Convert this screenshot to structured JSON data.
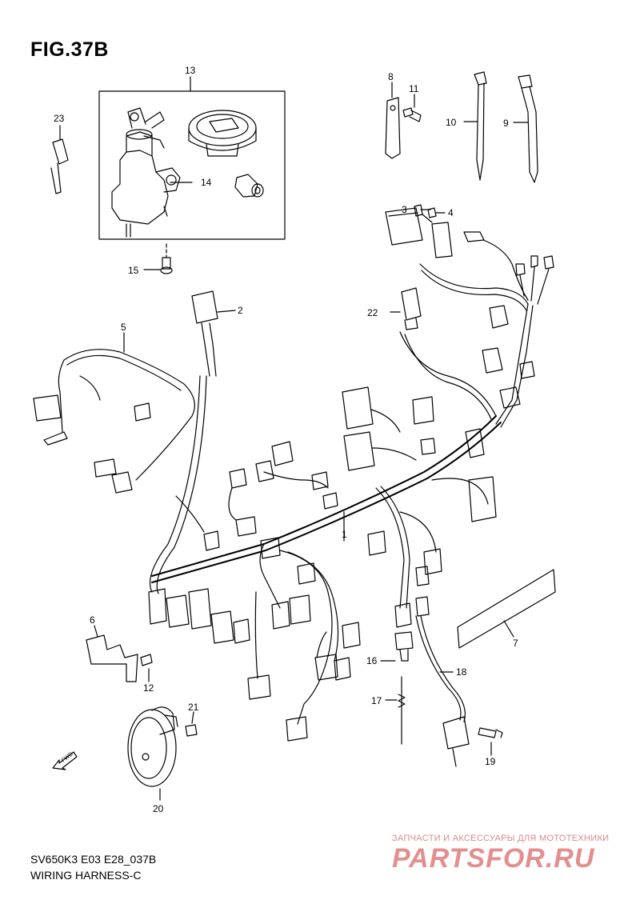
{
  "figure": {
    "title": "FIG.37B",
    "model_code": "SV650K3 E03 E28_037B",
    "section_name": "WIRING HARNESS-C"
  },
  "callouts": [
    "1",
    "2",
    "3",
    "4",
    "5",
    "6",
    "7",
    "8",
    "9",
    "10",
    "11",
    "12",
    "13",
    "14",
    "15",
    "16",
    "17",
    "18",
    "19",
    "20",
    "21",
    "22",
    "23"
  ],
  "fwd_arrow": {
    "text": "FWD"
  },
  "watermark": {
    "tagline": "ЗАПЧАСТИ И АКСЕССУАРЫ ДЛЯ МОТОТЕХНИКИ",
    "logo": "PARTSFOR.RU"
  },
  "colors": {
    "line": "#000000",
    "watermark": "#e38f8f"
  }
}
